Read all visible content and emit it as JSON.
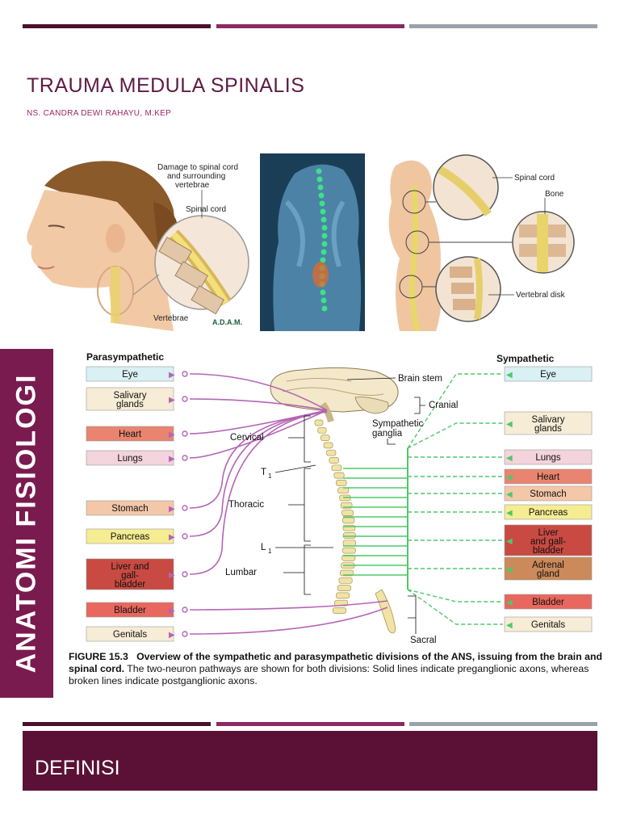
{
  "slide1": {
    "title": "TRAUMA MEDULA SPINALIS",
    "author": "NS. CANDRA DEWI RAHAYU, M.KEP",
    "photo_labels": {
      "damage": [
        "Damage to spinal cord",
        "and surrounding",
        "vertebrae"
      ],
      "spinal_cord": "Spinal cord",
      "vertebrae": "Vertebrae",
      "adam": "A.D.A.M.",
      "right_spinal_cord": "Spinal cord",
      "bone": "Bone",
      "vertebral_disk": "Vertebral disk"
    }
  },
  "slide2": {
    "side_title": "ANATOMI FISIOLOGI",
    "diagram": {
      "parasympathetic_heading": "Parasympathetic",
      "sympathetic_heading": "Sympathetic",
      "left_organs": [
        {
          "lines": [
            "Eye"
          ]
        },
        {
          "lines": [
            "Salivary",
            "glands"
          ]
        },
        {
          "lines": [
            "Heart"
          ]
        },
        {
          "lines": [
            "Lungs"
          ]
        },
        {
          "lines": [
            "Stomach"
          ]
        },
        {
          "lines": [
            "Pancreas"
          ]
        },
        {
          "lines": [
            "Liver and",
            "gall-",
            "bladder"
          ]
        },
        {
          "lines": [
            "Bladder"
          ]
        },
        {
          "lines": [
            "Genitals"
          ]
        }
      ],
      "right_organs": [
        {
          "lines": [
            "Eye"
          ]
        },
        {
          "lines": [
            "Salivary",
            "glands"
          ]
        },
        {
          "lines": [
            "Lungs"
          ]
        },
        {
          "lines": [
            "Heart"
          ]
        },
        {
          "lines": [
            "Stomach"
          ]
        },
        {
          "lines": [
            "Pancreas"
          ]
        },
        {
          "lines": [
            "Liver",
            "and gall-",
            "bladder"
          ]
        },
        {
          "lines": [
            "Adrenal",
            "gland"
          ]
        },
        {
          "lines": [
            "Bladder"
          ]
        },
        {
          "lines": [
            "Genitals"
          ]
        }
      ],
      "spine_labels": {
        "brain_stem": "Brain stem",
        "cranial": "Cranial",
        "sympathetic_ganglia": [
          "Sympathetic",
          "ganglia"
        ],
        "cervical": "Cervical",
        "t1": "T",
        "t1_sub": "1",
        "thoracic": "Thoracic",
        "l1": "L",
        "l1_sub": "1",
        "lumbar": "Lumbar",
        "sacral": "Sacral"
      },
      "colors": {
        "parasympathetic": "#b565b5",
        "sympathetic": "#4fc86a"
      }
    },
    "caption": {
      "figure": "FIGURE 15.3",
      "bold_text": "Overview of the sympathetic and parasympathetic divisions of the ANS, issuing from the brain and spinal cord.",
      "text": "The two-neuron pathways are shown for both divisions: Solid lines indicate preganglionic axons, whereas broken lines indicate postganglionic axons."
    }
  },
  "slide3": {
    "heading": "DEFINISI"
  }
}
